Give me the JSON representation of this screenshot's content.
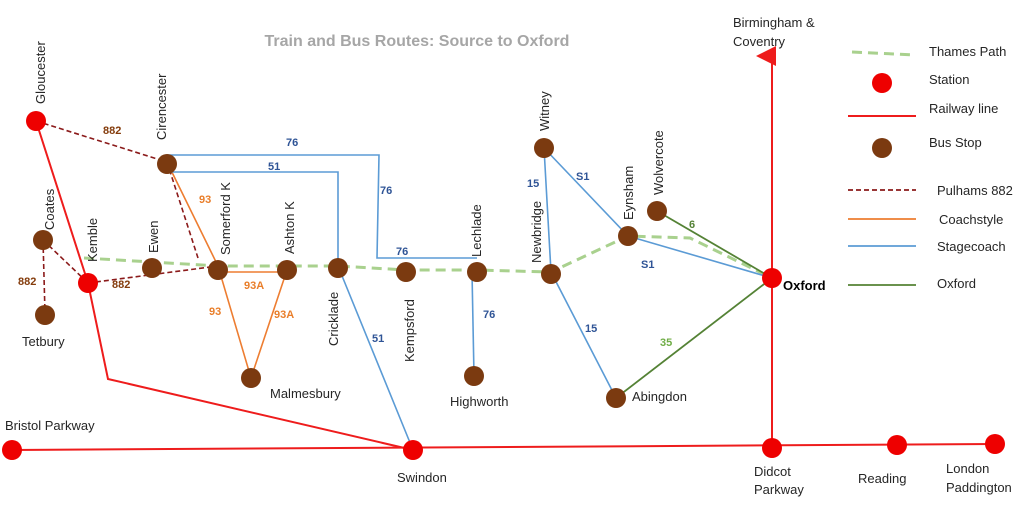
{
  "title": "Train and Bus Routes: Source to Oxford",
  "colors": {
    "rail": "#ee1c1c",
    "thames": "#a9d18e",
    "pulhams": "#8b1a1a",
    "coachstyle": "#ed7d31",
    "stagecoach": "#5b9bd5",
    "oxford": "#548235",
    "station_fill": "#ee0000",
    "busstop_fill": "#7b3a10",
    "label_pulhams": "#843c0c",
    "label_coach": "#e97e2a",
    "label_stage": "#2f5496",
    "label_oxford": "#70ad47"
  },
  "places": {
    "gloucester": "Gloucester",
    "cirencester": "Cirencester",
    "coates": "Coates",
    "kemble": "Kemble",
    "ewen": "Ewen",
    "somerford": "Somerford K",
    "ashton": "Ashton K",
    "cricklade": "Cricklade",
    "kempsford": "Kempsford",
    "lechlade": "Lechlade",
    "newbridge": "Newbridge",
    "witney": "Witney",
    "eynsham": "Eynsham",
    "wolvercote": "Wolvercote",
    "oxford": "Oxford",
    "tetbury": "Tetbury",
    "malmesbury": "Malmesbury",
    "highworth": "Highworth",
    "abingdon": "Abingdon",
    "bristol": "Bristol Parkway",
    "swindon": "Swindon",
    "didcot_1": "Didcot",
    "didcot_2": "Parkway",
    "reading": "Reading",
    "london_1": "London",
    "london_2": "Paddington",
    "birmingham_1": "Birmingham &",
    "birmingham_2": "Coventry"
  },
  "route_labels": {
    "p882_top": "882",
    "p882_left": "882",
    "p882_mid": "882",
    "c93_top": "93",
    "c93a_mid": "93A",
    "c93_low": "93",
    "c93a_low": "93A",
    "s76_top": "76",
    "s51_top": "51",
    "s76_mid": "76",
    "s76_kemps": "76",
    "s76_high": "76",
    "s51_low": "51",
    "s15_left": "15",
    "s1_top": "S1",
    "s1_low": "S1",
    "s15_low": "15",
    "o6": "6",
    "o35": "35"
  },
  "legend": {
    "thames": "Thames Path",
    "station": "Station",
    "rail": "Railway line",
    "busstop": "Bus Stop",
    "pulhams": "Pulhams 882",
    "coachstyle": "Coachstyle",
    "stagecoach": "Stagecoach",
    "oxford": "Oxford"
  }
}
